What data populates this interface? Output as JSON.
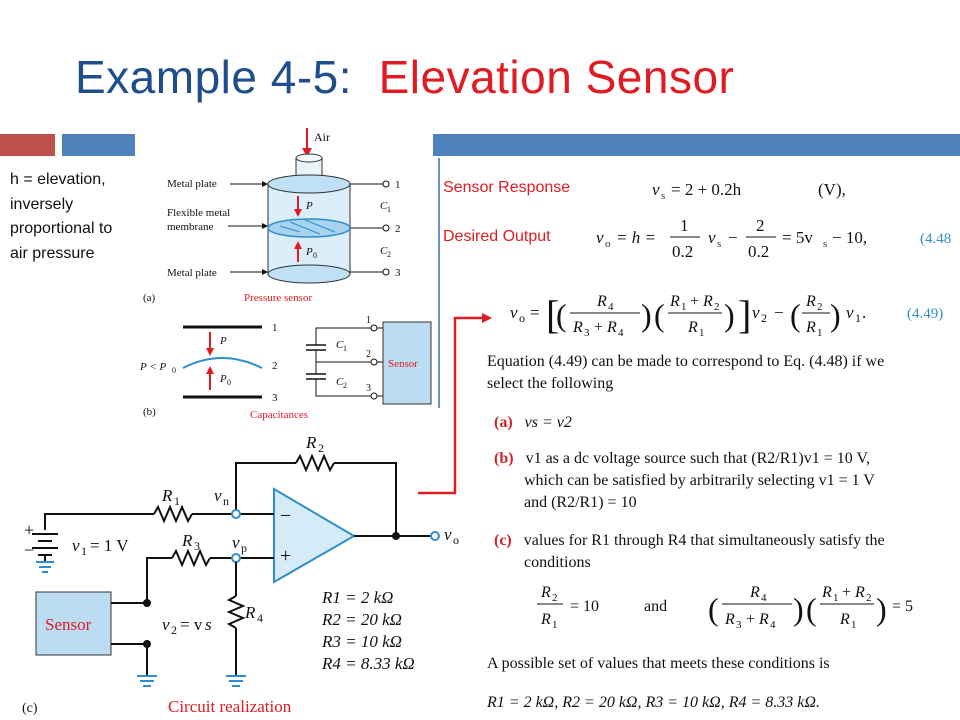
{
  "title": {
    "part1": "Example 4-5:",
    "part2": "Elevation Sensor"
  },
  "colors": {
    "title_blue": "#1f4e8c",
    "title_red": "#e01b22",
    "bar_red": "#c0504d",
    "bar_blue": "#4f81bd",
    "figure_blue": "#2f8ec9",
    "tag_red": "#d2232a"
  },
  "note": {
    "line1": "h = elevation,",
    "line2": "inversely",
    "line3": "proportional to",
    "line4": "air pressure"
  },
  "sensor_response_label": "Sensor Response",
  "desired_output_label": "Desired Output",
  "eq_sensor": {
    "lhs": "v",
    "sub": "s",
    "rhs": "= 2 + 0.2h",
    "unit": "(V),"
  },
  "eq_desired": {
    "lhs": "v",
    "sub": "o",
    "mid": "= h =",
    "num1": "1",
    "den1": "0.2",
    "v": "v",
    "vsub": "s",
    "minus": "−",
    "num2": "2",
    "den2": "0.2",
    "rhs": "= 5v",
    "rhs_sub": "s",
    "rhs_tail": "− 10,",
    "number": "(4.48"
  },
  "eq_449": {
    "number": "(4.49)"
  },
  "paragraph": {
    "line1": "Equation (4.49) can be made to correspond to Eq. (4.48) if we",
    "line2": "select the following"
  },
  "items": [
    {
      "tag": "(a)",
      "lines": [
        "vs = v2"
      ]
    },
    {
      "tag": "(b)",
      "lines": [
        "v1 as a dc voltage source such that (R2/R1)v1 = 10 V,",
        "which can be satisfied by arbitrarily selecting v1 = 1 V",
        "and (R2/R1) = 10"
      ]
    },
    {
      "tag": "(c)",
      "lines": [
        "values for R1 through R4 that simultaneously satisfy the",
        "conditions"
      ]
    }
  ],
  "conditions": {
    "and": "and",
    "eq1": "= 10",
    "eq2": "= 5"
  },
  "closing": "A possible set of values that meets these conditions is",
  "final_values": "R1 = 2 kΩ,   R2 = 20 kΩ,   R3  = 10 kΩ,   R4 = 8.33 kΩ.",
  "pressure_fig": {
    "air": "Air",
    "metal_plate_top": "Metal plate",
    "flexible1": "Flexible metal",
    "flexible2": "membrane",
    "metal_plate_bottom": "Metal plate",
    "caption_a": "(a)",
    "caption_name": "Pressure sensor",
    "t1": "1",
    "t2": "2",
    "t3": "3",
    "c1": "C",
    "c1s": "1",
    "c2": "C",
    "c2s": "2",
    "p": "P",
    "p0": "P",
    "p0s": "0"
  },
  "cap_fig": {
    "cond": "P < P",
    "conds": "0",
    "p": "P",
    "p0": "P",
    "p0s": "0",
    "n1": "1",
    "n2": "2",
    "n3": "3",
    "c1": "C",
    "c1s": "1",
    "c2": "C",
    "c2s": "2",
    "sensor": "Sensor",
    "caption_b": "(b)",
    "caption_name": "Capacitances"
  },
  "circuit": {
    "r1": "R",
    "r1s": "1",
    "r2": "R",
    "r2s": "2",
    "r3": "R",
    "r3s": "3",
    "r4": "R",
    "r4s": "4",
    "vn": "v",
    "vns": "n",
    "vp": "v",
    "vps": "p",
    "vo": "v",
    "vos": "o",
    "v1": "v",
    "v1s": "1",
    "v1val": "= 1 V",
    "v2": "v",
    "v2s": "2",
    "v2val": "= v",
    "v2vals": "s",
    "sensor": "Sensor",
    "minus": "−",
    "plus": "+",
    "bplus": "+",
    "bminus": "−",
    "val1": "R1 = 2 kΩ",
    "val2": "R2 = 20 kΩ",
    "val3": "R3 = 10 kΩ",
    "val4": "R4 = 8.33 kΩ",
    "caption_c": "(c)",
    "caption_name": "Circuit realization"
  }
}
